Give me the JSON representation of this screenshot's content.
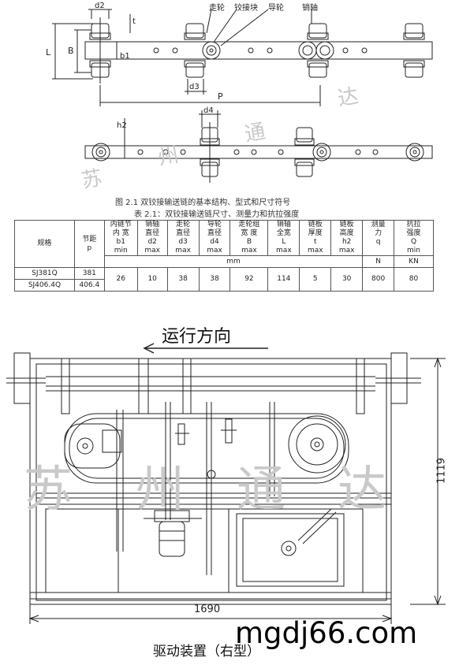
{
  "figure": {
    "callouts": {
      "walk_wheel": "走轮",
      "hinge_block": "铰接块",
      "guide_wheel": "导轮",
      "pin_shaft": "销轴"
    },
    "dims": {
      "d2": "d2",
      "t": "t",
      "L": "L",
      "B": "B",
      "b1": "b1",
      "d3": "d3",
      "P": "P",
      "d4": "d4",
      "h2": "h2"
    },
    "caption": "图 2.1    双铰接输送链的基本结构、型式和尺寸符号",
    "watermarks": [
      "苏",
      "州",
      "通",
      "达"
    ]
  },
  "table": {
    "title": "表 2.1：双铰接输送链尺寸、测量力和抗拉强度",
    "headers": [
      {
        "lines": [
          "规格"
        ]
      },
      {
        "lines": [
          "节距",
          "p"
        ]
      },
      {
        "lines": [
          "内链节",
          "内  宽",
          "b1",
          "min"
        ]
      },
      {
        "lines": [
          "销轴",
          "直径",
          "d2",
          "max"
        ]
      },
      {
        "lines": [
          "走轮",
          "直径",
          "d3",
          "max"
        ]
      },
      {
        "lines": [
          "导轮",
          "直径",
          "d4",
          "max"
        ]
      },
      {
        "lines": [
          "走轮组",
          "宽  度",
          "B",
          "max"
        ]
      },
      {
        "lines": [
          "销轴",
          "全宽",
          "L",
          "max"
        ]
      },
      {
        "lines": [
          "链板",
          "厚度",
          "t",
          "max"
        ]
      },
      {
        "lines": [
          "链板",
          "高度",
          "h2",
          "max"
        ]
      },
      {
        "lines": [
          "测量",
          "力",
          "q",
          ""
        ]
      },
      {
        "lines": [
          "抗拉",
          "强度",
          "Q",
          "min"
        ]
      }
    ],
    "units": {
      "mm": "mm",
      "force": "N",
      "strength": "KN"
    },
    "rows": [
      {
        "spec": "SJ381Q",
        "pitch": "381"
      },
      {
        "spec": "SJ406.4Q",
        "pitch": "406.4"
      }
    ],
    "shared": {
      "b1": "26",
      "d2": "10",
      "d3": "38",
      "d4": "38",
      "B": "92",
      "L": "114",
      "t": "5",
      "h2": "30",
      "q": "800",
      "Q": "80"
    }
  },
  "drawing": {
    "direction": "运行方向",
    "height": "1119",
    "width": "1690",
    "caption": "驱动装置（右型）",
    "watermarks": [
      "苏",
      "州",
      "通",
      "达"
    ],
    "site": "mgdj66.com"
  }
}
